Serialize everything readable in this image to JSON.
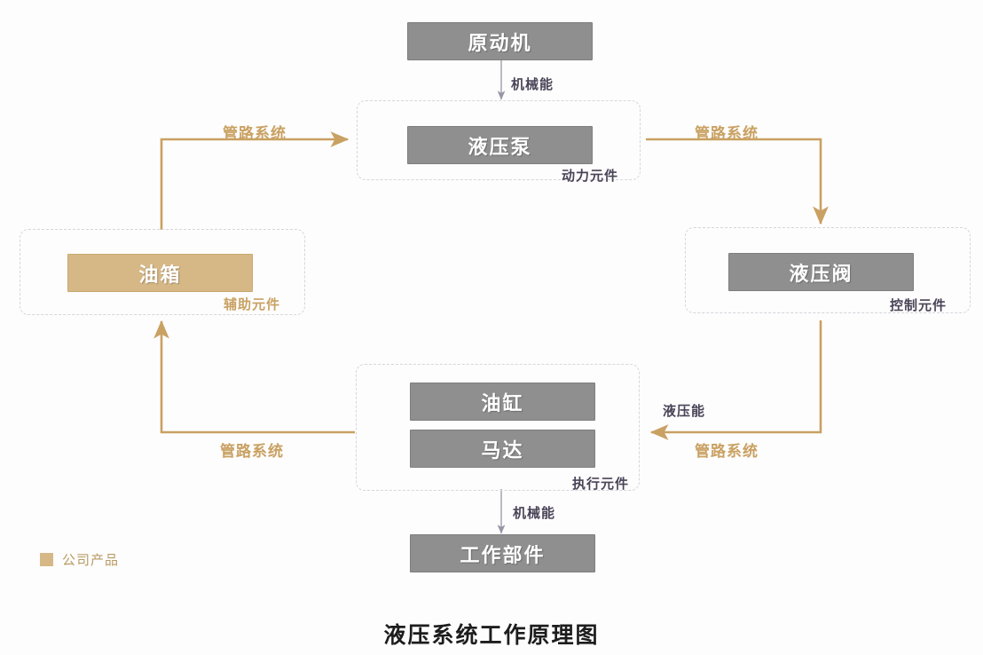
{
  "diagram": {
    "title": "液压系统工作原理图",
    "colors": {
      "node_gray": "#8f8f8f",
      "node_tan": "#d6b886",
      "pipe_arrow": "#c9a162",
      "energy_arrow": "#9a95a6",
      "group_border": "#d5d5dc",
      "group_label": "#4a4458"
    },
    "nodes": [
      {
        "id": "prime-mover",
        "label": "原动机",
        "fill": "gray"
      },
      {
        "id": "hydraulic-pump",
        "label": "液压泵",
        "fill": "gray"
      },
      {
        "id": "hydraulic-valve",
        "label": "液压阀",
        "fill": "gray"
      },
      {
        "id": "oil-tank",
        "label": "油箱",
        "fill": "tan"
      },
      {
        "id": "oil-cylinder",
        "label": "油缸",
        "fill": "gray"
      },
      {
        "id": "motor",
        "label": "马达",
        "fill": "gray"
      },
      {
        "id": "work-part",
        "label": "工作部件",
        "fill": "gray"
      }
    ],
    "groups": [
      {
        "id": "power-element",
        "label": "动力元件",
        "style": "dark"
      },
      {
        "id": "auxiliary-element",
        "label": "辅助元件",
        "style": "tan"
      },
      {
        "id": "control-element",
        "label": "控制元件",
        "style": "dark"
      },
      {
        "id": "actuator-element",
        "label": "执行元件",
        "style": "dark"
      }
    ],
    "edge_labels": {
      "mechanical_energy_top": "机械能",
      "mechanical_energy_bottom": "机械能",
      "hydraulic_energy": "液压能",
      "piping_top_left": "管路系统",
      "piping_top_right": "管路系统",
      "piping_bottom_left": "管路系统",
      "piping_bottom_right": "管路系统"
    },
    "legend": {
      "label": "公司产品",
      "swatch_color": "#d6b886"
    }
  }
}
